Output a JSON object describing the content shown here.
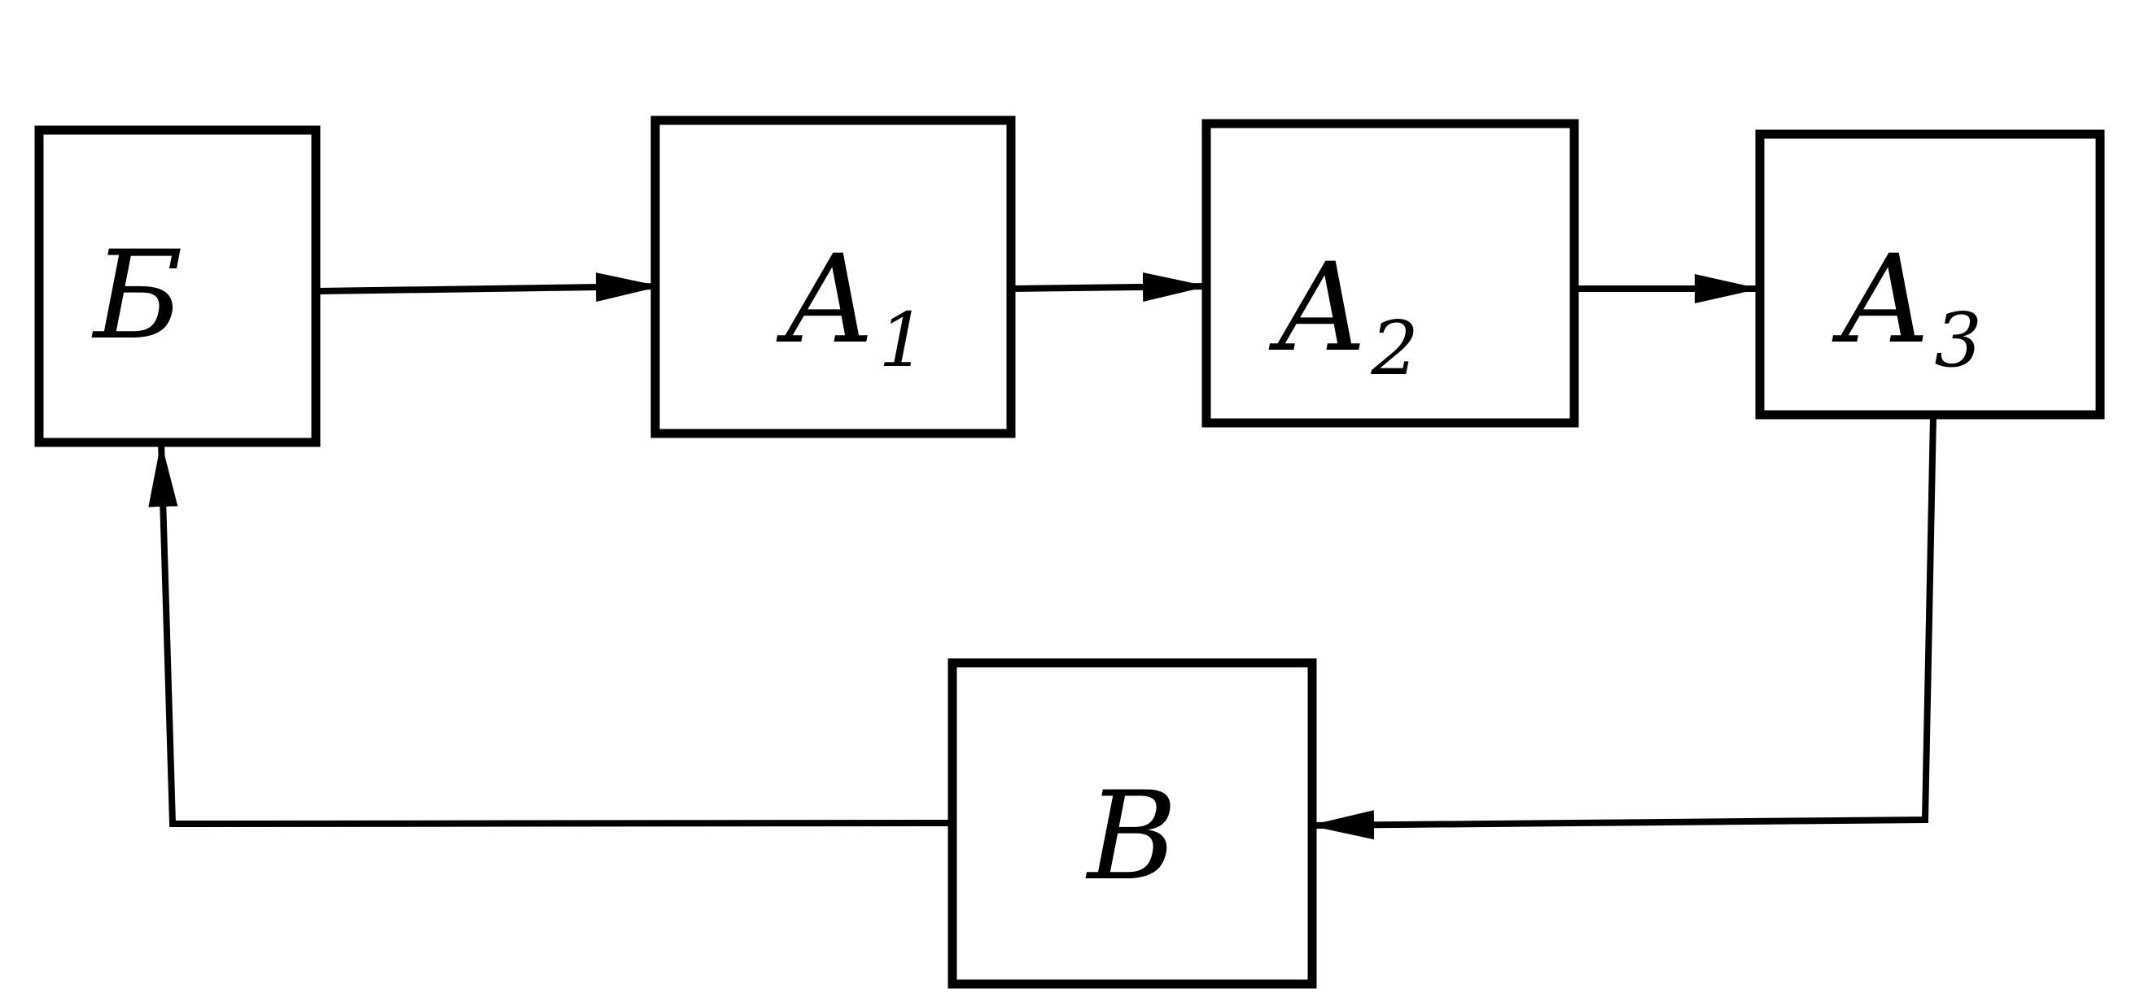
{
  "diagram": {
    "blocks": [
      {
        "id": "b",
        "main": "Б",
        "sub": ""
      },
      {
        "id": "a1",
        "main": "A",
        "sub": "1"
      },
      {
        "id": "a2",
        "main": "A",
        "sub": "2"
      },
      {
        "id": "a3",
        "main": "A",
        "sub": "3"
      },
      {
        "id": "v",
        "main": "B",
        "sub": ""
      }
    ],
    "connections": [
      {
        "from": "b",
        "to": "a1"
      },
      {
        "from": "a1",
        "to": "a2"
      },
      {
        "from": "a2",
        "to": "a3"
      },
      {
        "from": "a3",
        "to": "v"
      },
      {
        "from": "v",
        "to": "b"
      }
    ],
    "colors": {
      "ink": "#000000",
      "background": "#ffffff"
    }
  }
}
